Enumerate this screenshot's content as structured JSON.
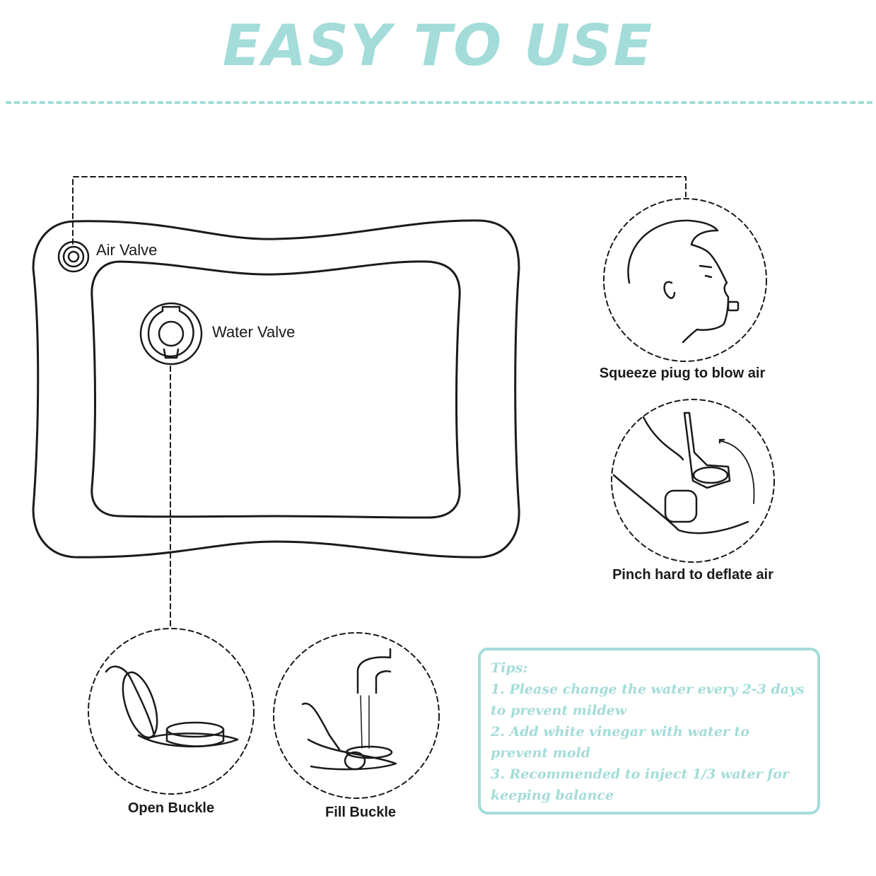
{
  "title": "EASY TO USE",
  "colors": {
    "accent": "#a3dcd9",
    "line": "#1a1a1a"
  },
  "labels": {
    "air_valve": "Air Valve",
    "water_valve": "Water Valve"
  },
  "captions": {
    "blow_air": "Squeeze piug to blow air",
    "deflate": "Pinch hard to deflate air",
    "open_buckle": "Open Buckle",
    "fill_buckle": "Fill Buckle"
  },
  "tips": {
    "heading": "Tips:",
    "items": [
      "1. Please change the water every 2-3 days to prevent mildew",
      "2. Add white vinegar with water to prevent mold",
      "3. Recommended to inject 1/3 water for keeping balance"
    ]
  }
}
